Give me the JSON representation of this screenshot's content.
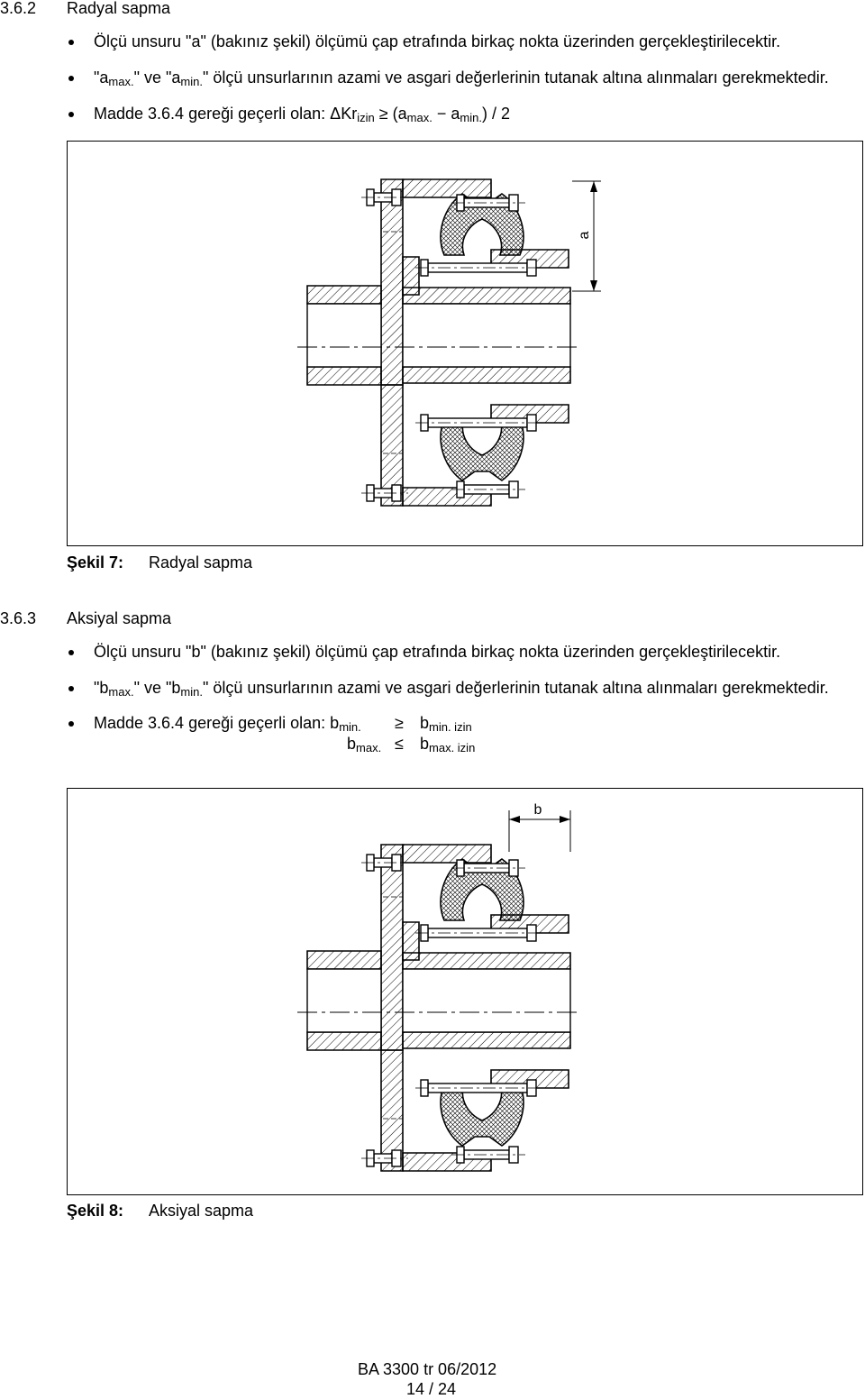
{
  "section_362": {
    "number": "3.6.2",
    "title": "Radyal sapma",
    "bullet1": "Ölçü unsuru \"a\" (bakınız şekil) ölçümü çap etrafında birkaç nokta üzerinden gerçekleştirilecektir.",
    "bullet2": {
      "q1": "\"a",
      "sub1": "max.",
      "mid": "\" ve \"a",
      "sub2": "min.",
      "rest": "\" ölçü unsurlarının azami ve asgari değerlerinin tutanak altına alınmaları gerekmektedir."
    },
    "bullet3": {
      "prefix": "Madde 3.6.4 gereği geçerli olan: ΔKr",
      "sub_izin": "izin",
      "ge": "≥",
      "open": "(a",
      "sub_max": "max.",
      "minus": "−",
      "a": "a",
      "sub_min": "min.",
      "close": ") / 2"
    }
  },
  "figure7": {
    "dim_label": "a",
    "caption_label": "Şekil 7:",
    "caption_text": "Radyal sapma"
  },
  "section_363": {
    "number": "3.6.3",
    "title": "Aksiyal sapma",
    "bullet1": "Ölçü unsuru \"b\" (bakınız şekil) ölçümü çap etrafında birkaç nokta üzerinden gerçekleştirilecektir.",
    "bullet2": {
      "q1": "\"b",
      "sub1": "max.",
      "mid": "\" ve \"b",
      "sub2": "min.",
      "rest": "\" ölçü unsurlarının azami ve asgari değerlerinin tutanak altına alınmaları gerekmektedir."
    },
    "bullet3": {
      "prefix": "Madde 3.6.4 gereği geçerli olan: b",
      "sub_min": "min.",
      "ge": "≥",
      "b1": "b",
      "sub_min_izin": "min. izin",
      "line2_b": "b",
      "sub_max": "max.",
      "le": "≤",
      "b2": "b",
      "sub_max_izin": "max. izin"
    }
  },
  "figure8": {
    "dim_label": "b",
    "caption_label": "Şekil 8:",
    "caption_text": "Aksiyal sapma"
  },
  "footer": {
    "doc_ref": "BA 3300 tr 06/2012",
    "page": "14 / 24"
  }
}
